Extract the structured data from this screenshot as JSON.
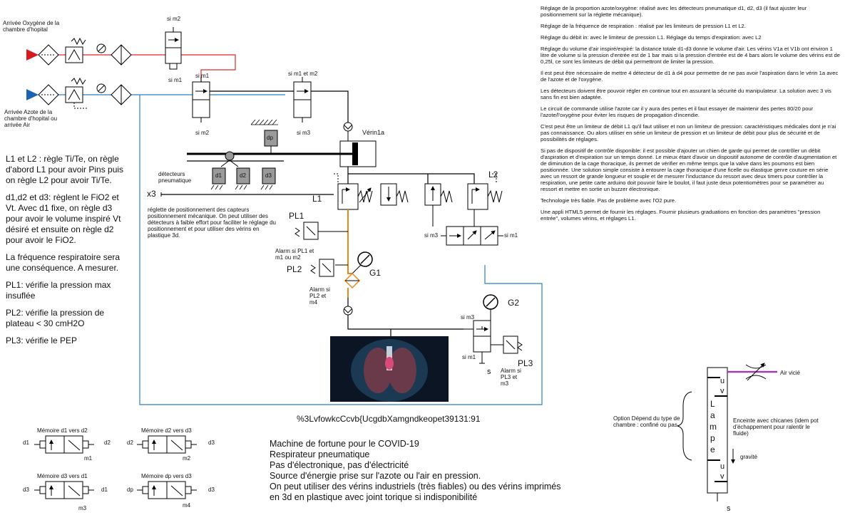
{
  "inlets": {
    "oxygen": "Arrivée Oxygène de la chambre d'hopital",
    "nitrogen": "Arrivée Azote de la chambre d'hopital ou arrivée Air"
  },
  "valves": {
    "top_m2": "si m2",
    "top_m1": "si m1",
    "mid_m1": "si m1",
    "mid_m2": "si m2",
    "right_top": "si m1 et m2",
    "right_m3": "si m3",
    "lower_m3": "si m3",
    "lower_m1": "si m1",
    "exp_m3": "si m3",
    "exp_m1": "si m1"
  },
  "components": {
    "verin": "Vérin1a",
    "dp": "dp",
    "d1": "d1",
    "d2": "d2",
    "d3": "d3",
    "detecteurs": "détecteurs pneumatique",
    "x3": "x3",
    "reglette": "réglette de positionnement des capteurs positionnement mécanique. On peut utiliser des détecteurs à faible effort pour faciliter le réglage du positionnement et pour utiliser des vérins en plastique 3d.",
    "L1": "L1",
    "L2": "L2",
    "PL1": "PL1",
    "PL2": "PL2",
    "PL3": "PL3",
    "G1": "G1",
    "G2": "G2",
    "alarm_pl1": "Alarm si PL1 et m1 ou m2",
    "alarm_pl2": "Alarm si PL2 et m4",
    "alarm_pl3": "Alarm si PL3 et m3",
    "s_exp": "s",
    "s_chamber": "s"
  },
  "left_notes": [
    "L1 et L2 : règle Ti/Te, on règle d'abord L1 pour avoir Pins puis on règle L2 pour avoir Ti/Te.",
    "d1,d2 et d3: règlent le FiO2 et Vt. Avec d1 fixe, on règle d3 pour avoir le volume inspiré Vt désiré et ensuite on règle d2 pour avoir le FiO2.",
    "La fréquence respiratoire sera une conséquence. A mesurer.",
    "PL1: vérifie la pression max insuflée",
    "PL2: vérifie la pression de plateau < 30 cmH2O",
    "PL3: vérifie le PEP"
  ],
  "right_notes": [
    "Réglage de la proportion azote/oxygène: réalisé avec les détecteurs pneumatique d1, d2, d3 (il faut ajuster leur positionnement sur la réglette mécanique).",
    "Réglage de la fréquence de respiration : réalisé par les limiteurs de pression L1 et L2.",
    "Réglage du débit in: avec le limiteur de pression L1. Réglage du temps d'expiration: avec L2",
    "Réglage du volume d'air inspiré/expiré: la distance totale d1-d3 donne le volume d'air. Les vérins V1a et V1b ont environ 1 litre de volume si la pression d'entrée est de 1 bar mais si la pression d'entrée est de 4 bars alors le volume des vérins est de 0,25l, ce sont les limiteurs de débit qui permettront de limiter la pression.",
    "Il est peut être nécessaire de mettre 4 détecteur de d1 à d4 pour permettre de ne pas avoir l'aspiration dans le vérin 1a avec de l'azote et de l'oxygène.",
    "Les détecteurs doivent être pouvoir régler en continue tout en assurant la sécurité du manipulateur. La solution avec 3 vis sans fin est bien adaptée.",
    "Le circuit de commande utilise l'azote car il y aura des pertes et il faut essayer de maintenir des pertes 80/20 pour l'azote/l'oxygène pour éviter les risques de propagation d'incendie.",
    "C'est peut être un limiteur de débit L1 qu'il faut utiliser et non un limiteur de pression: caractéristiques médicales dont je n'ai pas connaissance. Ou alors utiliser en série un limiteur de pression et un limiteur de débit pour plus de sécurité et de possibilités de réglages.",
    "Si pas de dispositif de contrôle disponible: il est possible d'ajouter un chien de garde qui permet de contrôler un débit d'aspiration et d'expiration sur un temps donné. Le mieux étant d'avoir un dispositif autonome de contrôle d'augmentation et de diminution de la cage thoracique, ils permet de vérifier en même temps que la valve dans les poumons est bien positionnée. Une solution simple consiste à entourer la cage thoracique d'une ficelle ou élastique genre couture en série avec un ressort de grande longueur et souple et de mesurer l'inductance du ressort avec deux timers pour contrôler la respiration, une petite carte arduino doit pouvoir faire le boulot, il faut juste deux potentiomètres pour se paramétrer au ressort et mettre en sortie un buzzer électronique.",
    "Technologie très fiable. Pas de problème avec l'O2 pure.",
    " Une appli HTML5 permet de fournir les réglages. Fournir plusieurs graduations en fonction des paramètres \"pression entrée\", volumes vérins, et réglages L1."
  ],
  "id_code": "%3LvfowkcCcvb{UcgdbXamgndkeopet39131:91",
  "memories": [
    {
      "title": "Mémoire d1 vers d2",
      "in": "d1",
      "out": "d2",
      "m": "m1"
    },
    {
      "title": "Mémoire d2 vers d3",
      "in": "d2",
      "out": "d3",
      "m": "m2"
    },
    {
      "title": "Mémoire d3 vers d1",
      "in": "d3",
      "out": "d1",
      "m": "m3"
    },
    {
      "title": "Mémoire dp vers d3",
      "in": "dp",
      "out": "d3",
      "m": "m4"
    }
  ],
  "bottom_text": [
    "Machine de fortune pour le COVID-19",
    "Respirateur pneumatique",
    "Pas d'électronique, pas d'électricité",
    "Source d'énergie prise sur l'azote ou l'air en pression.",
    "On peut utiliser des vérins industriels (très fiables) ou des vérins imprimés",
    "en 3d en plastique avec joint torique si indisponibilité"
  ],
  "chamber": {
    "option": "Option Dépend du type de chambre : confiné ou pas",
    "air_vicie": "Air vicié",
    "enceinte": "Enceinte avec chicanes (idem pot d'échappement pour ralentir le fluide)",
    "gravite": "gravité",
    "u1": "u",
    "v1": "v",
    "lampe": [
      "L",
      "a",
      "m",
      "p",
      "e"
    ],
    "u2": "u",
    "v2": "v"
  },
  "colors": {
    "oxygen_line": "#d42a2a",
    "nitrogen_line": "#2c7fc4",
    "orange_line": "#e8871e",
    "purple_line": "#a03cb0",
    "inlet_red": "#d8191f",
    "inlet_blue": "#1b64b4"
  }
}
